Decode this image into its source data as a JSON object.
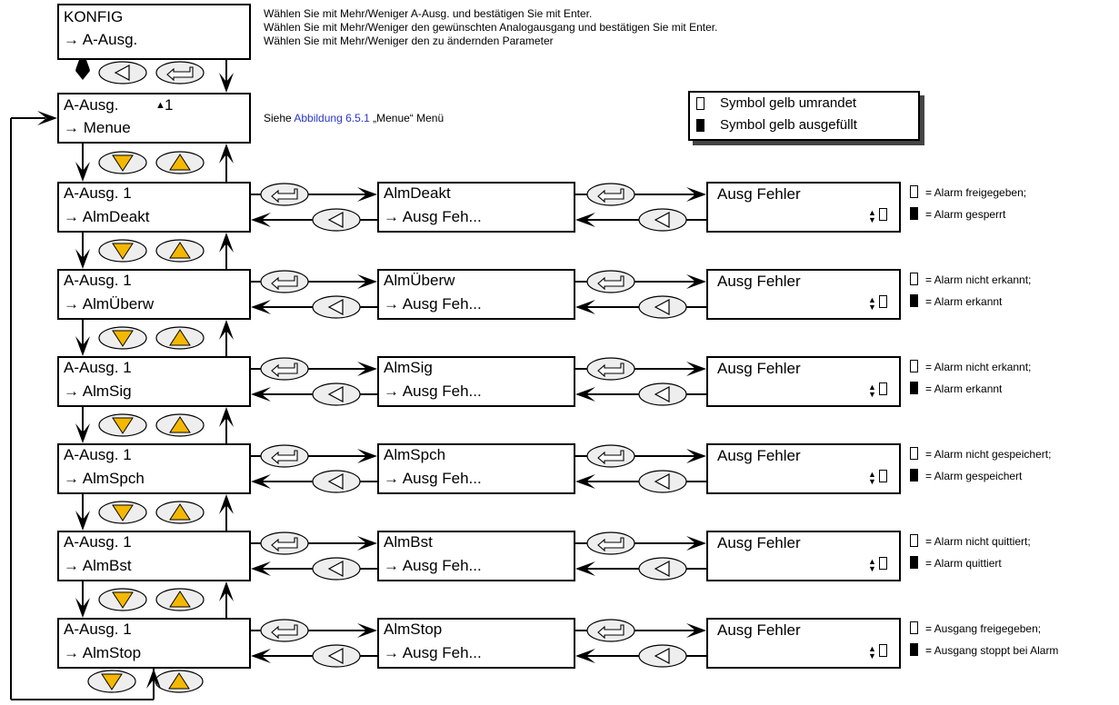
{
  "top": {
    "line1": "KONFIG",
    "line2": "→ A-Ausg."
  },
  "instructions": [
    "Wählen Sie mit Mehr/Weniger A-Ausg. und bestätigen Sie mit Enter.",
    "Wählen Sie mit Mehr/Weniger den gewünschten Analogausgang und bestätigen Sie mit Enter.",
    "Wählen Sie mit Mehr/Weniger den zu ändernden Parameter"
  ],
  "menu_box": {
    "line1": "A-Ausg.",
    "num": "1",
    "line2": "→ Menue"
  },
  "menu_note": {
    "prefix": "Siehe ",
    "link": "Abbildung 6.5.1",
    "suffix": " „Menue“ Menü"
  },
  "legend": {
    "outlined": "Symbol gelb umrandet",
    "filled": "Symbol gelb ausgefüllt"
  },
  "rows": [
    {
      "left1": "A-Ausg. 1",
      "left2": "→ AlmDeakt",
      "mid1": "AlmDeakt",
      "mid2": "→ Ausg Feh...",
      "right1": "Ausg Fehler",
      "note1": "= Alarm freigegeben;",
      "note2": "= Alarm gesperrt"
    },
    {
      "left1": "A-Ausg. 1",
      "left2": "→ AlmÜberw",
      "mid1": "AlmÜberw",
      "mid2": "→ Ausg Feh...",
      "right1": "Ausg Fehler",
      "note1": "= Alarm nicht erkannt;",
      "note2": "= Alarm erkannt"
    },
    {
      "left1": "A-Ausg. 1",
      "left2": "→ AlmSig",
      "mid1": "AlmSig",
      "mid2": "→ Ausg Feh...",
      "right1": "Ausg Fehler",
      "note1": "= Alarm nicht erkannt;",
      "note2": "= Alarm erkannt"
    },
    {
      "left1": "A-Ausg. 1",
      "left2": "→ AlmSpch",
      "mid1": "AlmSpch",
      "mid2": "→ Ausg Feh...",
      "right1": "Ausg Fehler",
      "note1": "= Alarm nicht gespeichert;",
      "note2": "= Alarm gespeichert"
    },
    {
      "left1": "A-Ausg. 1",
      "left2": "→ AlmBst",
      "mid1": "AlmBst",
      "mid2": "→ Ausg Feh...",
      "right1": "Ausg Fehler",
      "note1": "= Alarm nicht quittiert;",
      "note2": "= Alarm quittiert"
    },
    {
      "left1": "A-Ausg. 1",
      "left2": "→ AlmStop",
      "mid1": "AlmStop",
      "mid2": "→ Ausg Feh...",
      "right1": "Ausg Fehler",
      "note1": "= Ausgang freigegeben;",
      "note2": "= Ausgang stoppt bei Alarm"
    }
  ],
  "colors": {
    "button_fill": "#eeeeee",
    "triangle_fill": "#f5b800"
  }
}
